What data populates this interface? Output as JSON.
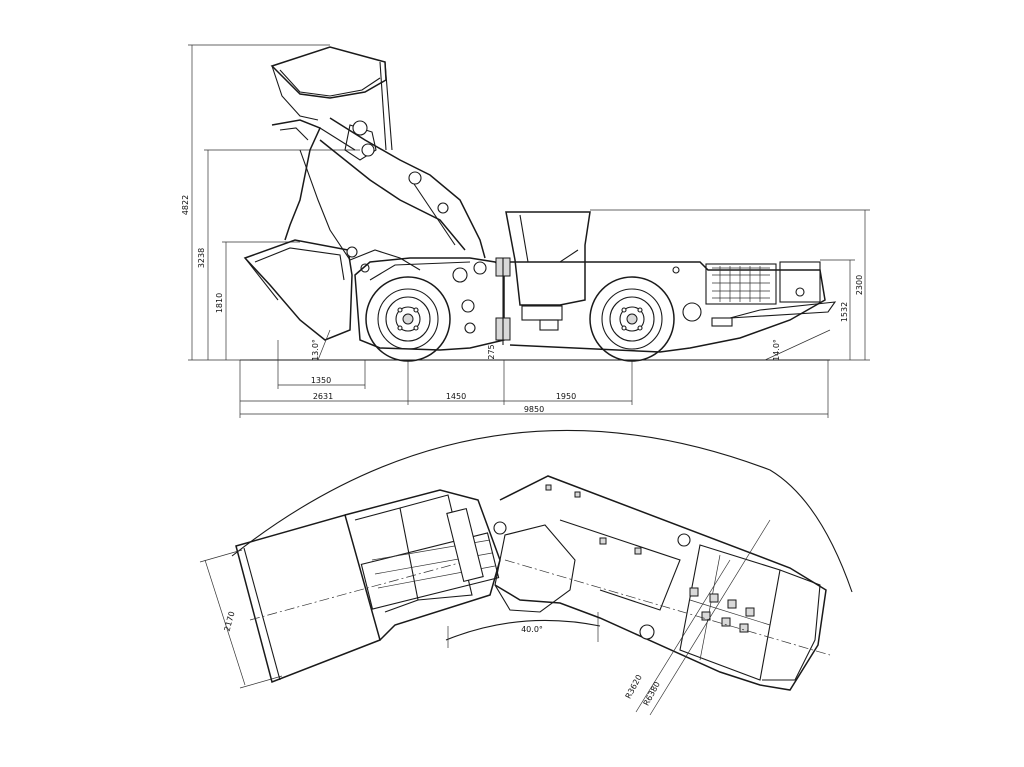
{
  "side_view": {
    "dimensions": {
      "overall_height_raised": "4822",
      "dump_height": "3238",
      "bucket_height": "1810",
      "machine_height": "2300",
      "rear_height": "1532",
      "ground_clearance": "275",
      "bucket_angle": "13.0°",
      "departure_angle": "14.0°",
      "reach": "1350",
      "front_overhang": "2631",
      "front_axle_to_pivot": "1450",
      "pivot_to_rear_axle": "1950",
      "overall_length": "9850"
    }
  },
  "top_view": {
    "dimensions": {
      "bucket_width": "2170",
      "articulation_angle": "40.0°",
      "inner_turning_radius": "R3620",
      "outer_turning_radius": "R6380"
    }
  }
}
